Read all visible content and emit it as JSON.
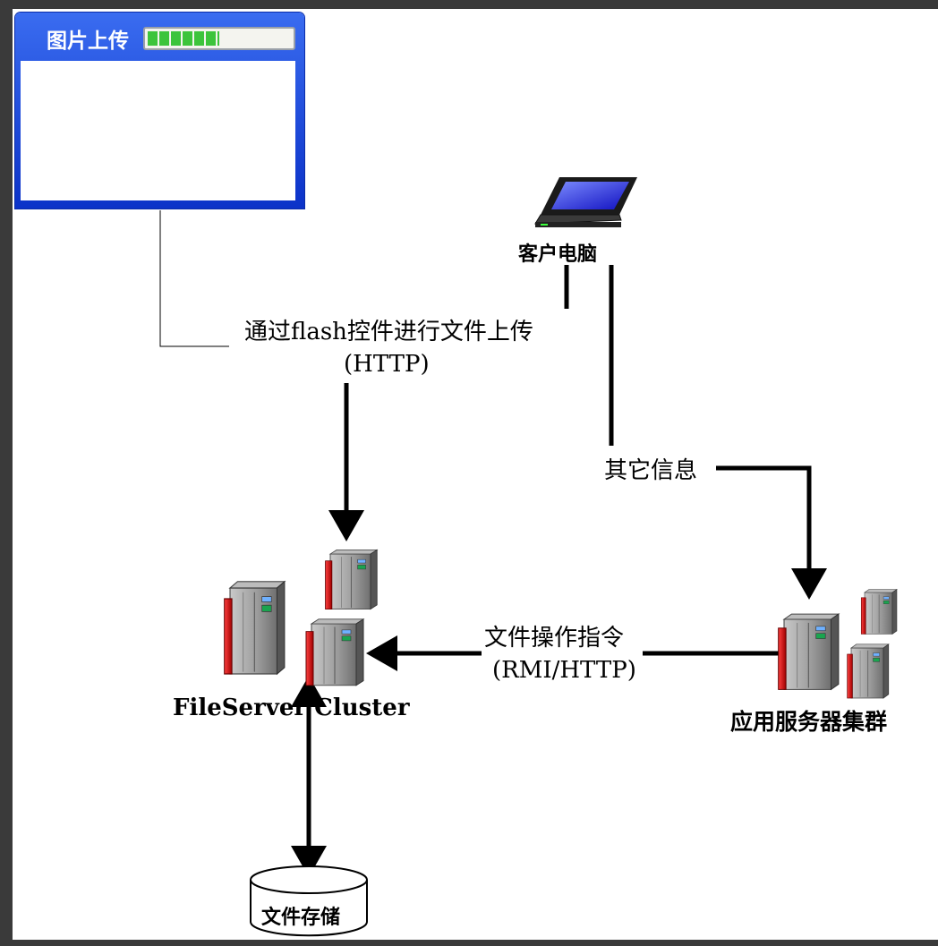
{
  "upload_window": {
    "title": "图片上传",
    "progress": 0.5,
    "accent": "#1b46e0",
    "progress_color": "#3cc43c"
  },
  "nodes": {
    "client_pc": "客户电脑",
    "fileserver_cluster": "FileServer Cluster",
    "app_cluster": "应用服务器集群",
    "file_storage": "文件存储"
  },
  "edges": {
    "upload_line1": "通过flash控件进行文件上传",
    "upload_line2": "(HTTP)",
    "other_info": "其它信息",
    "file_op_line1": "文件操作指令",
    "file_op_line2": "(RMI/HTTP)"
  },
  "icons": [
    "laptop-icon",
    "server-icon",
    "database-icon"
  ]
}
